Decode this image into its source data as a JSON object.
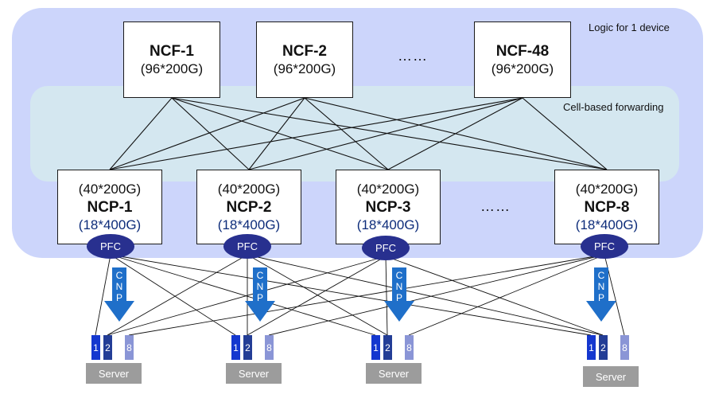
{
  "labels": {
    "logic_label": "Logic for 1 device",
    "cell_label": "Cell-based forwarding",
    "ncf_ellipsis": "……",
    "ncp_ellipsis": "……",
    "pfc": "PFC",
    "cnp": "CNP",
    "server": "Server"
  },
  "ncf": [
    {
      "name": "NCF-1",
      "capacity": "(96*200G)"
    },
    {
      "name": "NCF-2",
      "capacity": "(96*200G)"
    },
    {
      "name": "NCF-48",
      "capacity": "(96*200G)"
    }
  ],
  "ncp": [
    {
      "name": "NCP-1",
      "up": "(40*200G)",
      "down": "(18*400G)"
    },
    {
      "name": "NCP-2",
      "up": "(40*200G)",
      "down": "(18*400G)"
    },
    {
      "name": "NCP-3",
      "up": "(40*200G)",
      "down": "(18*400G)"
    },
    {
      "name": "NCP-8",
      "up": "(40*200G)",
      "down": "(18*400G)"
    }
  ],
  "ports": [
    "1",
    "2",
    "8"
  ],
  "colors": {
    "device_bg": "#ccd5fb",
    "cell_band": "#d4e7f0",
    "pfc": "#28308f",
    "arrow": "#1f6fc9",
    "port_1": "#1437cf",
    "port_2": "#233d96",
    "port_8": "#8a95d6",
    "server": "#9c9c9c"
  }
}
